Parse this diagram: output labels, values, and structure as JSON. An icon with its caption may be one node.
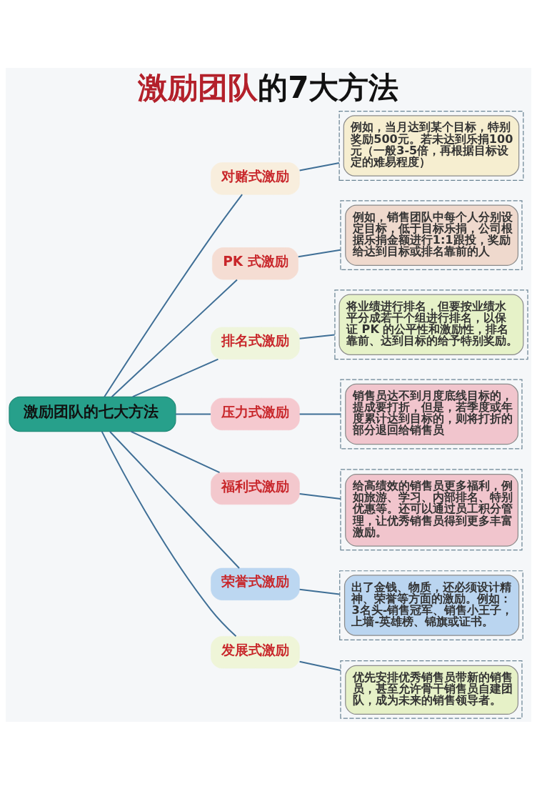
{
  "diagram": {
    "title": "激励团队的7大方法",
    "nodes": [
      {
        "text": [
          "激励团队的七大方法"
        ]
      },
      {
        "text": [
          "对赌式激励"
        ]
      },
      {
        "text": [
          "例如，当月达到某个目标，特别奖励500元。若未达到乐捐100元（一般3-5倍，再根据目标设定的难易程度）"
        ]
      },
      {
        "text": [
          "PK 式激励"
        ]
      },
      {
        "text": [
          "例如，销售团队中每个人分别设定目标，低于目标乐捐，公司根据乐捐金额进行1:1跟投，奖励给达到目标或排名靠前的人"
        ]
      },
      {
        "text": [
          "排名式激励"
        ]
      },
      {
        "text": [
          "将业绩进行排名，但要按业绩水平分成若干个组进行排名，以保证 PK 的公平性和激励性，排名靠前、达到目标的给予特别奖励。"
        ]
      },
      {
        "text": [
          "压力式激励"
        ]
      },
      {
        "text": [
          "销售员达不到月度底线目标的，提成要打折，但是，若季度或年度累计达到目标的，则将打折的部分退回给销售员"
        ]
      },
      {
        "text": [
          "福利式激励"
        ]
      },
      {
        "text": [
          "给高绩效的销售员更多福利，例如旅游、学习、内部排名、特别优惠等。还可以通过员工积分管理，让优秀销售员得到更多丰富激励。"
        ]
      },
      {
        "text": [
          "荣誉式激励"
        ]
      },
      {
        "text": [
          "出了金钱、物质，还必须设计精神、荣誉等方面的激励。例如：3名头-销售冠军、销售小王子，上墙-英雄榜、锦旗或证书。"
        ]
      },
      {
        "text": [
          "发展式激励"
        ]
      },
      {
        "text": [
          "优先安排优秀销售员带新的销售员，甚至允许骨干销售员自建团队，成为未来的销售领导者。"
        ]
      }
    ],
    "edges": [
      {
        "from": 0,
        "to": 1,
        "arrow": "none"
      },
      {
        "from": 0,
        "to": 3,
        "arrow": "none"
      },
      {
        "from": 0,
        "to": 5,
        "arrow": "none"
      },
      {
        "from": 0,
        "to": 7,
        "arrow": "none"
      },
      {
        "from": 0,
        "to": 9,
        "arrow": "none"
      },
      {
        "from": 0,
        "to": 11,
        "arrow": "none"
      },
      {
        "from": 0,
        "to": 13,
        "arrow": "none"
      },
      {
        "from": 1,
        "to": 2,
        "arrow": "none"
      },
      {
        "from": 3,
        "to": 4,
        "arrow": "none"
      },
      {
        "from": 5,
        "to": 6,
        "arrow": "none"
      },
      {
        "from": 7,
        "to": 8,
        "arrow": "none"
      },
      {
        "from": 9,
        "to": 10,
        "arrow": "none"
      },
      {
        "from": 11,
        "to": 12,
        "arrow": "none"
      },
      {
        "from": 13,
        "to": 14,
        "arrow": "none"
      }
    ]
  }
}
